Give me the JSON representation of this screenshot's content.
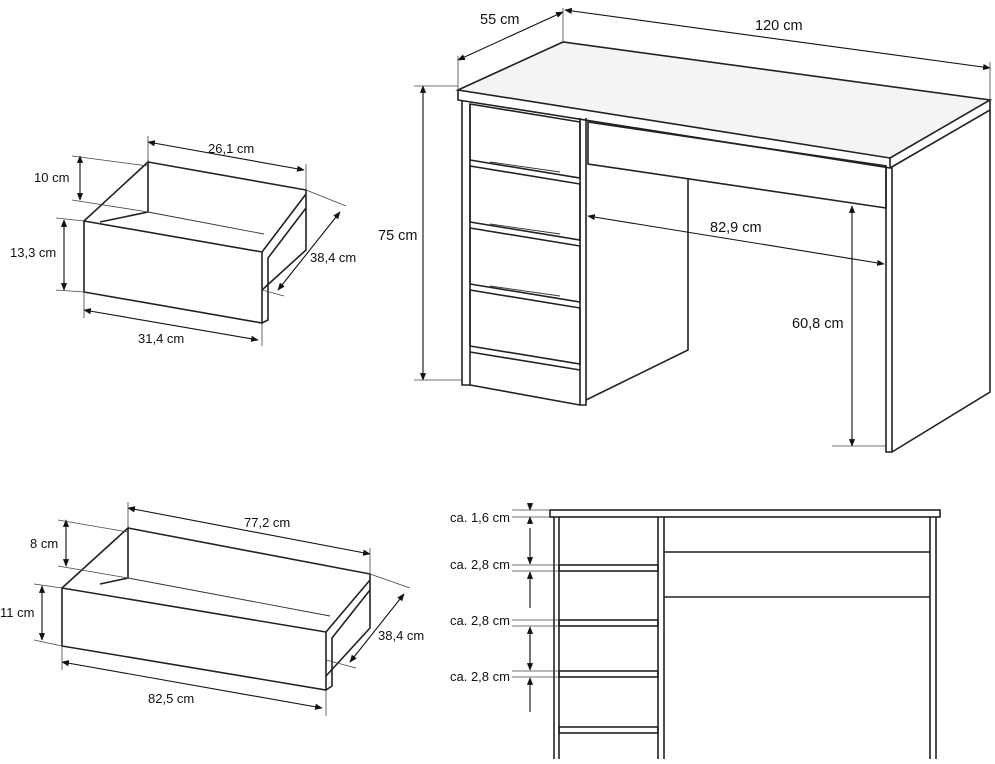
{
  "desk": {
    "depth": "55 cm",
    "width": "120 cm",
    "height": "75 cm",
    "knee_width": "82,9 cm",
    "knee_height": "60,8 cm"
  },
  "small_drawer": {
    "inner_width": "26,1 cm",
    "inner_height": "10 cm",
    "front_height": "13,3 cm",
    "depth": "38,4 cm",
    "front_width": "31,4 cm"
  },
  "large_drawer": {
    "inner_width": "77,2 cm",
    "inner_height": "8 cm",
    "front_height": "11 cm",
    "depth": "38,4 cm",
    "front_width": "82,5 cm"
  },
  "front_view": {
    "top_thickness": "ca. 1,6 cm",
    "gap_1": "ca. 2,8 cm",
    "gap_2": "ca. 2,8 cm",
    "gap_3": "ca. 2,8 cm"
  }
}
